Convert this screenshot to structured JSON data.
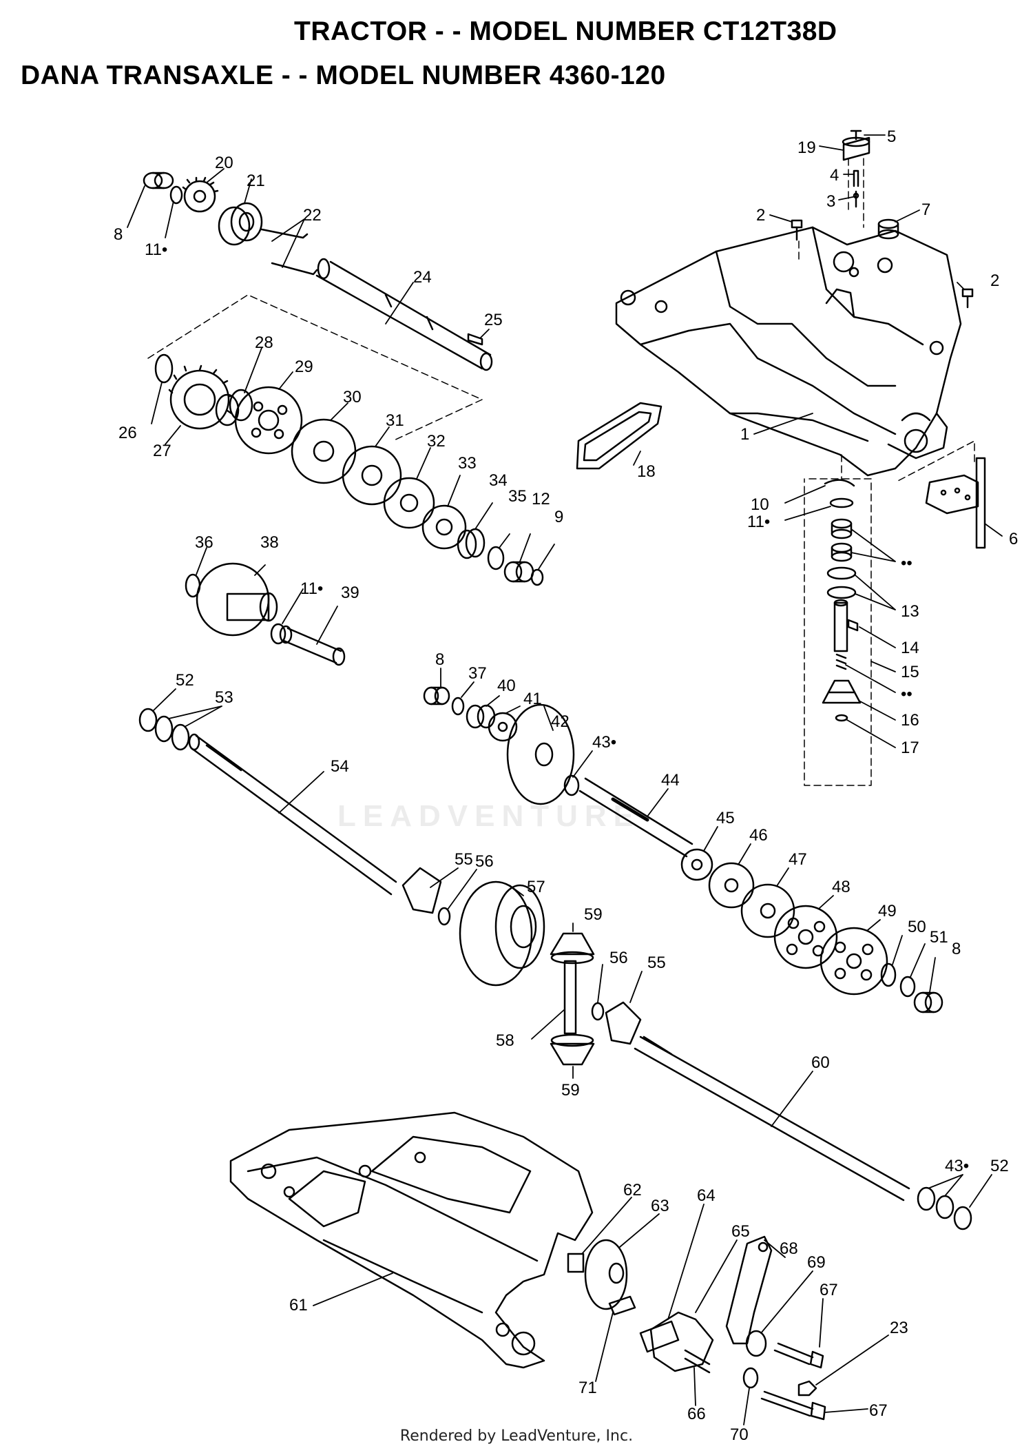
{
  "title_line_1": "TRACTOR - - MODEL NUMBER CT12T38D",
  "title_line_2": "DANA TRANSAXLE - - MODEL NUMBER 4360-120",
  "watermark": "LEADVENTURE",
  "footer": "Rendered by LeadVenture, Inc.",
  "callouts": [
    {
      "id": "5",
      "label": "5"
    },
    {
      "id": "19",
      "label": "19"
    },
    {
      "id": "4",
      "label": "4"
    },
    {
      "id": "3",
      "label": "3"
    },
    {
      "id": "2a",
      "label": "2"
    },
    {
      "id": "7",
      "label": "7"
    },
    {
      "id": "2b",
      "label": "2"
    },
    {
      "id": "1",
      "label": "1"
    },
    {
      "id": "6",
      "label": "6"
    },
    {
      "id": "10",
      "label": "10"
    },
    {
      "id": "11d",
      "label": "11•"
    },
    {
      "id": "dd1",
      "label": "••"
    },
    {
      "id": "13",
      "label": "13"
    },
    {
      "id": "14",
      "label": "14"
    },
    {
      "id": "15",
      "label": "15"
    },
    {
      "id": "dd2",
      "label": "••"
    },
    {
      "id": "16",
      "label": "16"
    },
    {
      "id": "17",
      "label": "17"
    },
    {
      "id": "20",
      "label": "20"
    },
    {
      "id": "21",
      "label": "21"
    },
    {
      "id": "8a",
      "label": "8"
    },
    {
      "id": "11a",
      "label": "11•"
    },
    {
      "id": "22",
      "label": "22"
    },
    {
      "id": "24",
      "label": "24"
    },
    {
      "id": "25",
      "label": "25"
    },
    {
      "id": "28",
      "label": "28"
    },
    {
      "id": "29",
      "label": "29"
    },
    {
      "id": "26",
      "label": "26"
    },
    {
      "id": "27",
      "label": "27"
    },
    {
      "id": "30",
      "label": "30"
    },
    {
      "id": "31",
      "label": "31"
    },
    {
      "id": "32",
      "label": "32"
    },
    {
      "id": "33",
      "label": "33"
    },
    {
      "id": "34",
      "label": "34"
    },
    {
      "id": "35",
      "label": "35"
    },
    {
      "id": "12",
      "label": "12"
    },
    {
      "id": "9",
      "label": "9"
    },
    {
      "id": "18",
      "label": "18"
    },
    {
      "id": "36",
      "label": "36"
    },
    {
      "id": "38",
      "label": "38"
    },
    {
      "id": "11b",
      "label": "11•"
    },
    {
      "id": "39",
      "label": "39"
    },
    {
      "id": "52a",
      "label": "52"
    },
    {
      "id": "53",
      "label": "53"
    },
    {
      "id": "54",
      "label": "54"
    },
    {
      "id": "8b",
      "label": "8"
    },
    {
      "id": "37",
      "label": "37"
    },
    {
      "id": "40",
      "label": "40"
    },
    {
      "id": "41",
      "label": "41"
    },
    {
      "id": "42",
      "label": "42"
    },
    {
      "id": "43a",
      "label": "43•"
    },
    {
      "id": "44",
      "label": "44"
    },
    {
      "id": "45",
      "label": "45"
    },
    {
      "id": "46",
      "label": "46"
    },
    {
      "id": "47",
      "label": "47"
    },
    {
      "id": "48",
      "label": "48"
    },
    {
      "id": "49",
      "label": "49"
    },
    {
      "id": "50",
      "label": "50"
    },
    {
      "id": "51",
      "label": "51"
    },
    {
      "id": "8c",
      "label": "8"
    },
    {
      "id": "55a",
      "label": "55"
    },
    {
      "id": "56a",
      "label": "56"
    },
    {
      "id": "57",
      "label": "57"
    },
    {
      "id": "59a",
      "label": "59"
    },
    {
      "id": "56b",
      "label": "56"
    },
    {
      "id": "55b",
      "label": "55"
    },
    {
      "id": "58",
      "label": "58"
    },
    {
      "id": "59b",
      "label": "59"
    },
    {
      "id": "60",
      "label": "60"
    },
    {
      "id": "43b",
      "label": "43•"
    },
    {
      "id": "52b",
      "label": "52"
    },
    {
      "id": "62",
      "label": "62"
    },
    {
      "id": "63",
      "label": "63"
    },
    {
      "id": "64",
      "label": "64"
    },
    {
      "id": "65",
      "label": "65"
    },
    {
      "id": "68",
      "label": "68"
    },
    {
      "id": "69",
      "label": "69"
    },
    {
      "id": "67a",
      "label": "67"
    },
    {
      "id": "61",
      "label": "61"
    },
    {
      "id": "23",
      "label": "23"
    },
    {
      "id": "71",
      "label": "71"
    },
    {
      "id": "66",
      "label": "66"
    },
    {
      "id": "67b",
      "label": "67"
    },
    {
      "id": "70",
      "label": "70"
    }
  ]
}
